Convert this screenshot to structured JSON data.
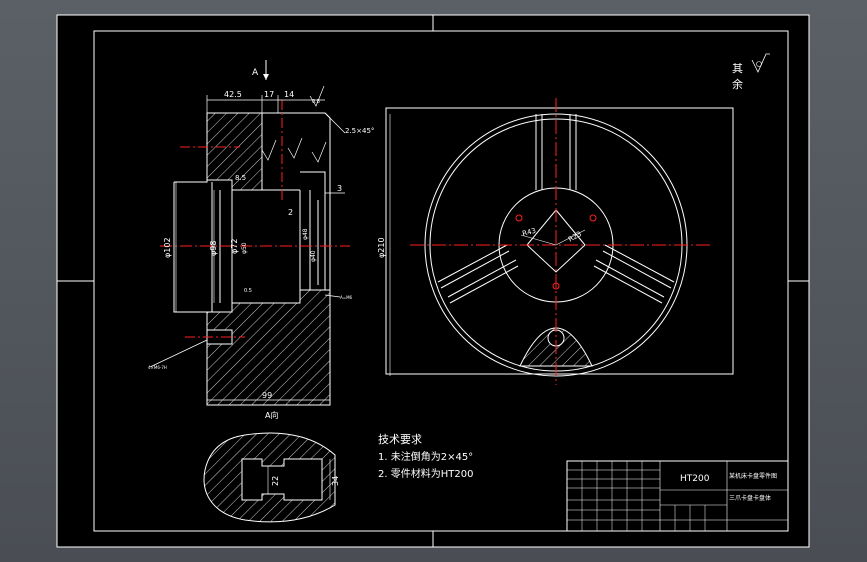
{
  "drawing": {
    "background_color": "#000000",
    "line_color": "#ffffff",
    "hatch_color": "#ffffff",
    "centerline_color": "#ff2020",
    "frame_color": "#4d5258"
  },
  "section_view": {
    "label_A": "A",
    "dim_top_1": "42.5",
    "dim_top_2": "17",
    "dim_top_3": "14",
    "dim_top_4": "0.8",
    "chamfer": "2.5×45°",
    "dim_3": "3",
    "dim_2": "2",
    "dim_8_5": "8.5",
    "dim_0_5": "0.5",
    "dia_102": "φ102",
    "dia_98": "φ98",
    "dia_72": "φ72",
    "dia_50": "φ50",
    "dia_48": "φ48",
    "dia_40": "φ40",
    "hole_note": "4×M6-7H",
    "note_right": "A=M6",
    "length_99": "99",
    "view_label": "A向"
  },
  "front_view": {
    "dia_210": "φ210",
    "dim_r43": "R43",
    "dim_r23": "R23"
  },
  "roughness_note": {
    "text_1": "其",
    "text_2": "余"
  },
  "tech_requirements": {
    "title": "技术要求",
    "item_1": "1. 未注倒角为2×45°",
    "item_2": "2. 零件材料为HT200"
  },
  "detail_view": {
    "dim_22": "22",
    "dim_34": "34"
  },
  "title_block": {
    "material": "HT200",
    "name_line_1": "某机床卡盘零件图",
    "name_line_2": "三爪卡盘卡盘体"
  }
}
